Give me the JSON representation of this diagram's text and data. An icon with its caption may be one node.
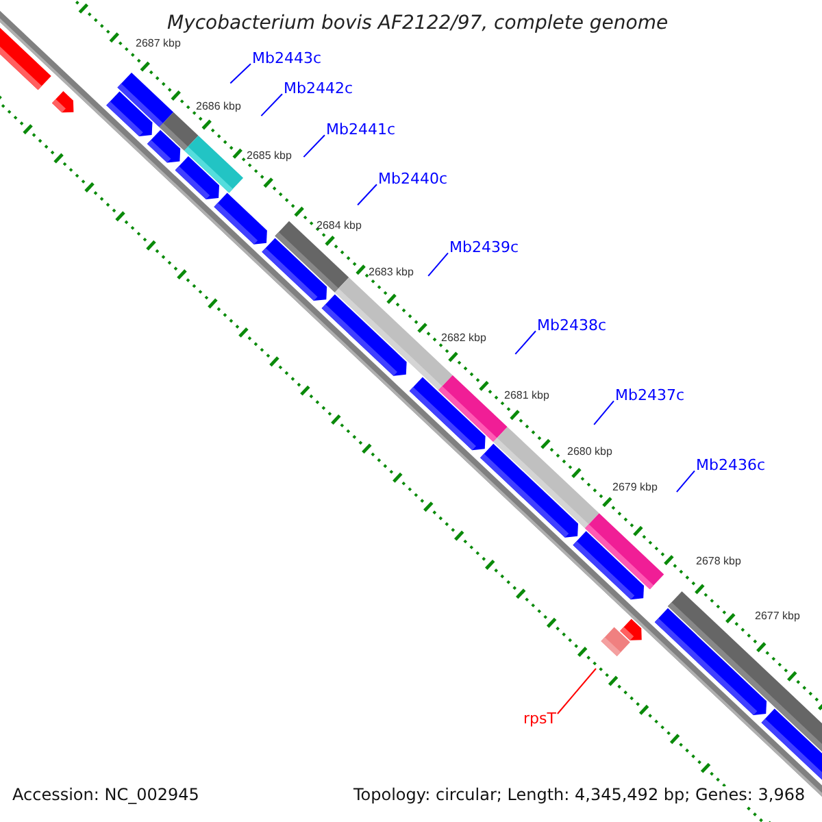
{
  "diagram": {
    "title": "Mycobacterium bovis AF2122/97, complete genome",
    "nodes": [
      {
        "text": [
          "Mb2443c"
        ]
      },
      {
        "text": [
          "Mb2442c"
        ]
      },
      {
        "text": [
          "Mb2441c"
        ]
      },
      {
        "text": [
          "Mb2440c"
        ]
      },
      {
        "text": [
          "Mb2439c"
        ]
      },
      {
        "text": [
          "Mb2438c"
        ]
      },
      {
        "text": [
          "Mb2437c"
        ]
      },
      {
        "text": [
          "Mb2436c"
        ]
      },
      {
        "text": [
          "rpsT"
        ]
      }
    ],
    "edges": [
      {
        "from": 0,
        "to": null,
        "arrow": "none"
      },
      {
        "from": 1,
        "to": null,
        "arrow": "none"
      },
      {
        "from": 2,
        "to": null,
        "arrow": "none"
      },
      {
        "from": 3,
        "to": null,
        "arrow": "none"
      },
      {
        "from": 4,
        "to": null,
        "arrow": "none"
      },
      {
        "from": 5,
        "to": null,
        "arrow": "none"
      },
      {
        "from": 6,
        "to": null,
        "arrow": "none"
      },
      {
        "from": 7,
        "to": null,
        "arrow": "none"
      },
      {
        "from": 8,
        "to": null,
        "arrow": "none",
        "color": "#ff0000"
      }
    ],
    "labels": [
      "2687 kbp",
      "2686 kbp",
      "2685 kbp",
      "2684 kbp",
      "2683 kbp",
      "2682 kbp",
      "2681 kbp",
      "2680 kbp",
      "2679 kbp",
      "2678 kbp",
      "2677 kbp",
      "Accession: NC_002945",
      "Topology: circular; Length: 4,345,492 bp; Genes: 3,968"
    ]
  }
}
